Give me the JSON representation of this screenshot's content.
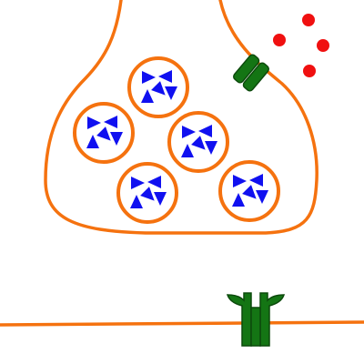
{
  "colors": {
    "membrane": "#F5720F",
    "vesicle_fill": "#FFFFFF",
    "neurotransmitter": "#1010F0",
    "receptor": "#147514",
    "receptor_outline": "#0C4A0C",
    "ion": "#F01010",
    "background": "#FFFFFF"
  },
  "diagram": {
    "vesicle_count": 5,
    "neurotransmitters_per_vesicle": 5,
    "free_ion_count": 4,
    "presynaptic_receptor_count": 1,
    "postsynaptic_receptor_count": 1
  }
}
